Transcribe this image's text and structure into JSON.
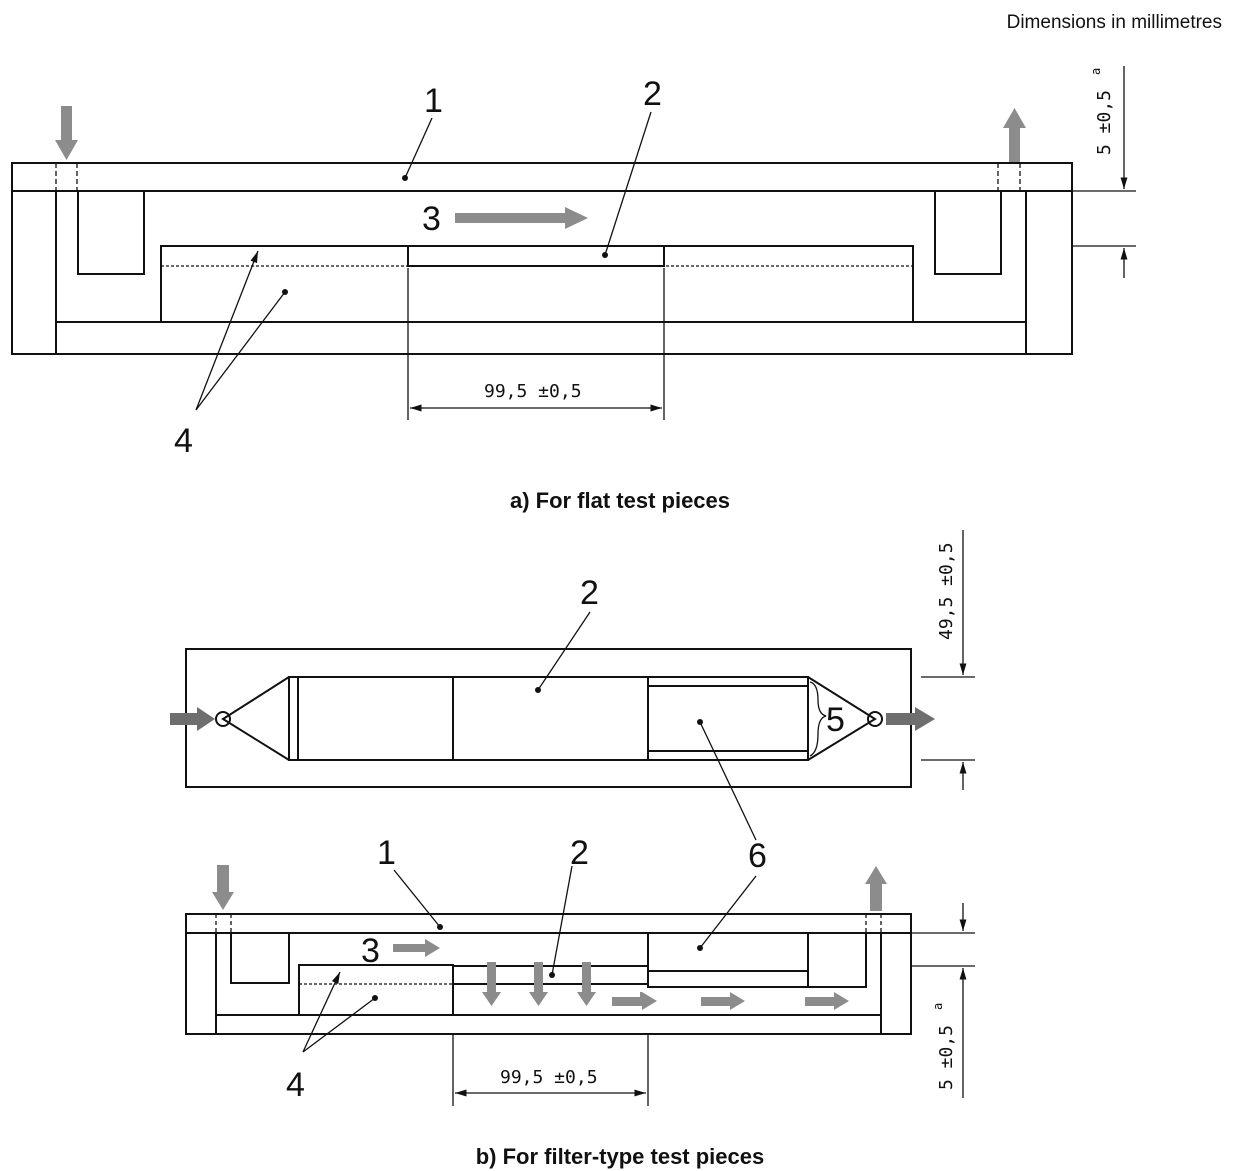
{
  "header": {
    "units": "Dimensions in millimetres"
  },
  "figure_a": {
    "caption": "a)   For flat test pieces",
    "labels": {
      "l1": "1",
      "l2": "2",
      "l3": "3",
      "l4": "4"
    },
    "dim_width": "99,5  ±0,5",
    "dim_gap": "5  ±0,5",
    "dim_gap_note": "a"
  },
  "figure_b": {
    "caption": "b)   For filter-type test pieces",
    "labels": {
      "l1": "1",
      "l2": "2",
      "l2_top": "2",
      "l3": "3",
      "l4": "4",
      "l5": "5",
      "l6": "6"
    },
    "dim_width": "99,5  ±0,5",
    "dim_height": "49,5  ±0,5",
    "dim_gap": "5  ±0,5",
    "dim_gap_note": "a"
  },
  "colors": {
    "arrow": "#8c8c8c",
    "arrow_dark": "#6e6e6e",
    "shade": "#e2e2e2",
    "line": "#111111"
  },
  "icons": {
    "flow_arrow": "block-arrow",
    "hatch": "diagonal-hatch",
    "dots": "stipple-pattern",
    "mesh": "grid-pattern"
  }
}
